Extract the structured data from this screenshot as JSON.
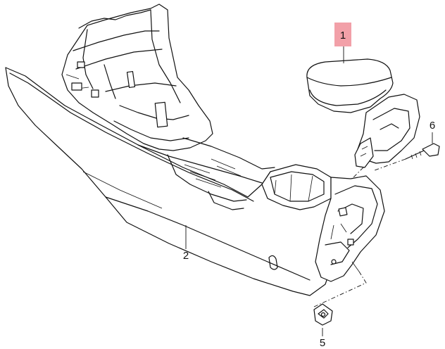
{
  "callouts": [
    {
      "id": "1",
      "label": "1",
      "highlighted": true,
      "highlight_color": "#f2a0a8"
    },
    {
      "id": "2",
      "label": "2",
      "highlighted": false
    },
    {
      "id": "5",
      "label": "5",
      "highlighted": false
    },
    {
      "id": "6",
      "label": "6",
      "highlighted": false
    }
  ]
}
